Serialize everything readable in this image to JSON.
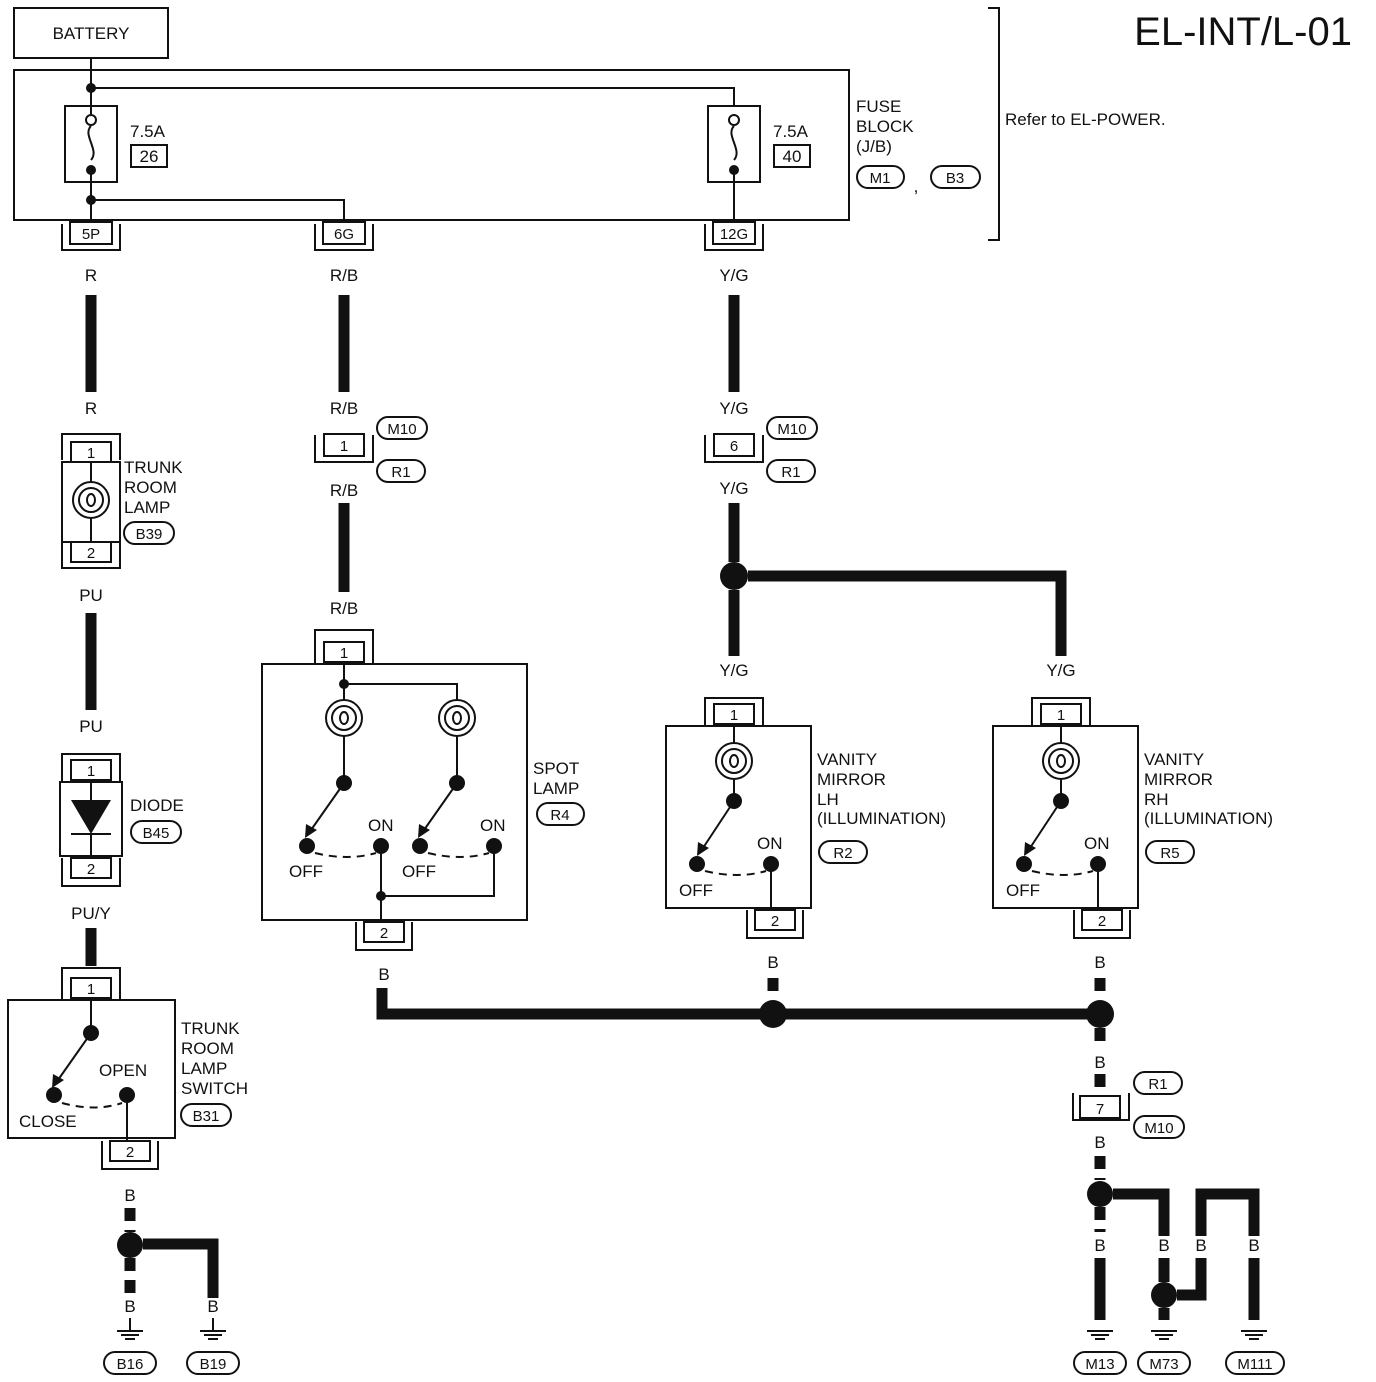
{
  "diagram": {
    "id": "EL-INT/L-01",
    "battery": "BATTERY",
    "refer": "Refer to EL-POWER.",
    "fuse_block": {
      "lines": [
        "FUSE",
        "BLOCK",
        "(J/B)"
      ],
      "connectors": [
        "M1",
        "B3"
      ],
      "sep": ",",
      "fuses": [
        {
          "rating": "7.5A",
          "number": "26"
        },
        {
          "rating": "7.5A",
          "number": "40"
        }
      ],
      "terminals": [
        "5P",
        "6G",
        "12G"
      ]
    },
    "wire_colors": {
      "R": "R",
      "RB": "R/B",
      "YG": "Y/G",
      "PU": "PU",
      "PUY": "PU/Y",
      "B": "B"
    },
    "pins": {
      "p1": "1",
      "p2": "2",
      "p6": "6",
      "p7": "7"
    },
    "connectors": {
      "M10": "M10",
      "R1": "R1"
    },
    "trunk_lamp": {
      "lines": [
        "TRUNK",
        "ROOM",
        "LAMP"
      ],
      "conn": "B39"
    },
    "diode": {
      "label": "DIODE",
      "conn": "B45"
    },
    "trunk_switch": {
      "lines": [
        "TRUNK",
        "ROOM",
        "LAMP",
        "SWITCH"
      ],
      "conn": "B31",
      "open": "OPEN",
      "close": "CLOSE"
    },
    "spot_lamp": {
      "lines": [
        "SPOT",
        "LAMP"
      ],
      "conn": "R4",
      "on": "ON",
      "off": "OFF"
    },
    "vanity_lh": {
      "lines": [
        "VANITY",
        "MIRROR",
        "LH",
        "(ILLUMINATION)"
      ],
      "conn": "R2"
    },
    "vanity_rh": {
      "lines": [
        "VANITY",
        "MIRROR",
        "RH",
        "(ILLUMINATION)"
      ],
      "conn": "R5"
    },
    "grounds": [
      "B16",
      "B19",
      "M13",
      "M73",
      "M111"
    ]
  }
}
